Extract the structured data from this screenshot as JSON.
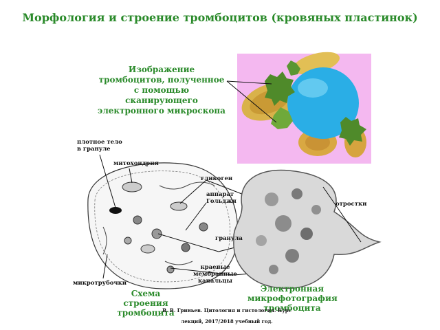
{
  "title": "Морфология и строение тромбоцитов (кровяных пластинок)",
  "sem_caption": "Изображение тромбоцитов, полученное с помощью сканирующего электронного микроскопа",
  "labels": {
    "dense_body": "плотное тело в грануле",
    "mitochondria": "митохондрия",
    "glycogen": "гликоген",
    "golgi": "аппарат Гольджи",
    "processes": "отростки",
    "granule": "гранула",
    "marginal_channels": "краевые мембранные канальцы",
    "microtubules": "микротрубочки"
  },
  "captions": {
    "scheme": "Схема строения тромбоцита",
    "micrograph": "Электронная микрофотография тромбоцита"
  },
  "footer": "В. В. Гриньев. Цитология и гистология. Курс лекций, 2017/2018 учебный год.",
  "colors": {
    "accent_green": "#2a8a2a",
    "sem_background": "#f4b8f0",
    "sem_sphere": "#2aaee6",
    "erythrocyte": "#d9b24a",
    "platelet_green": "#4f8a2a"
  }
}
